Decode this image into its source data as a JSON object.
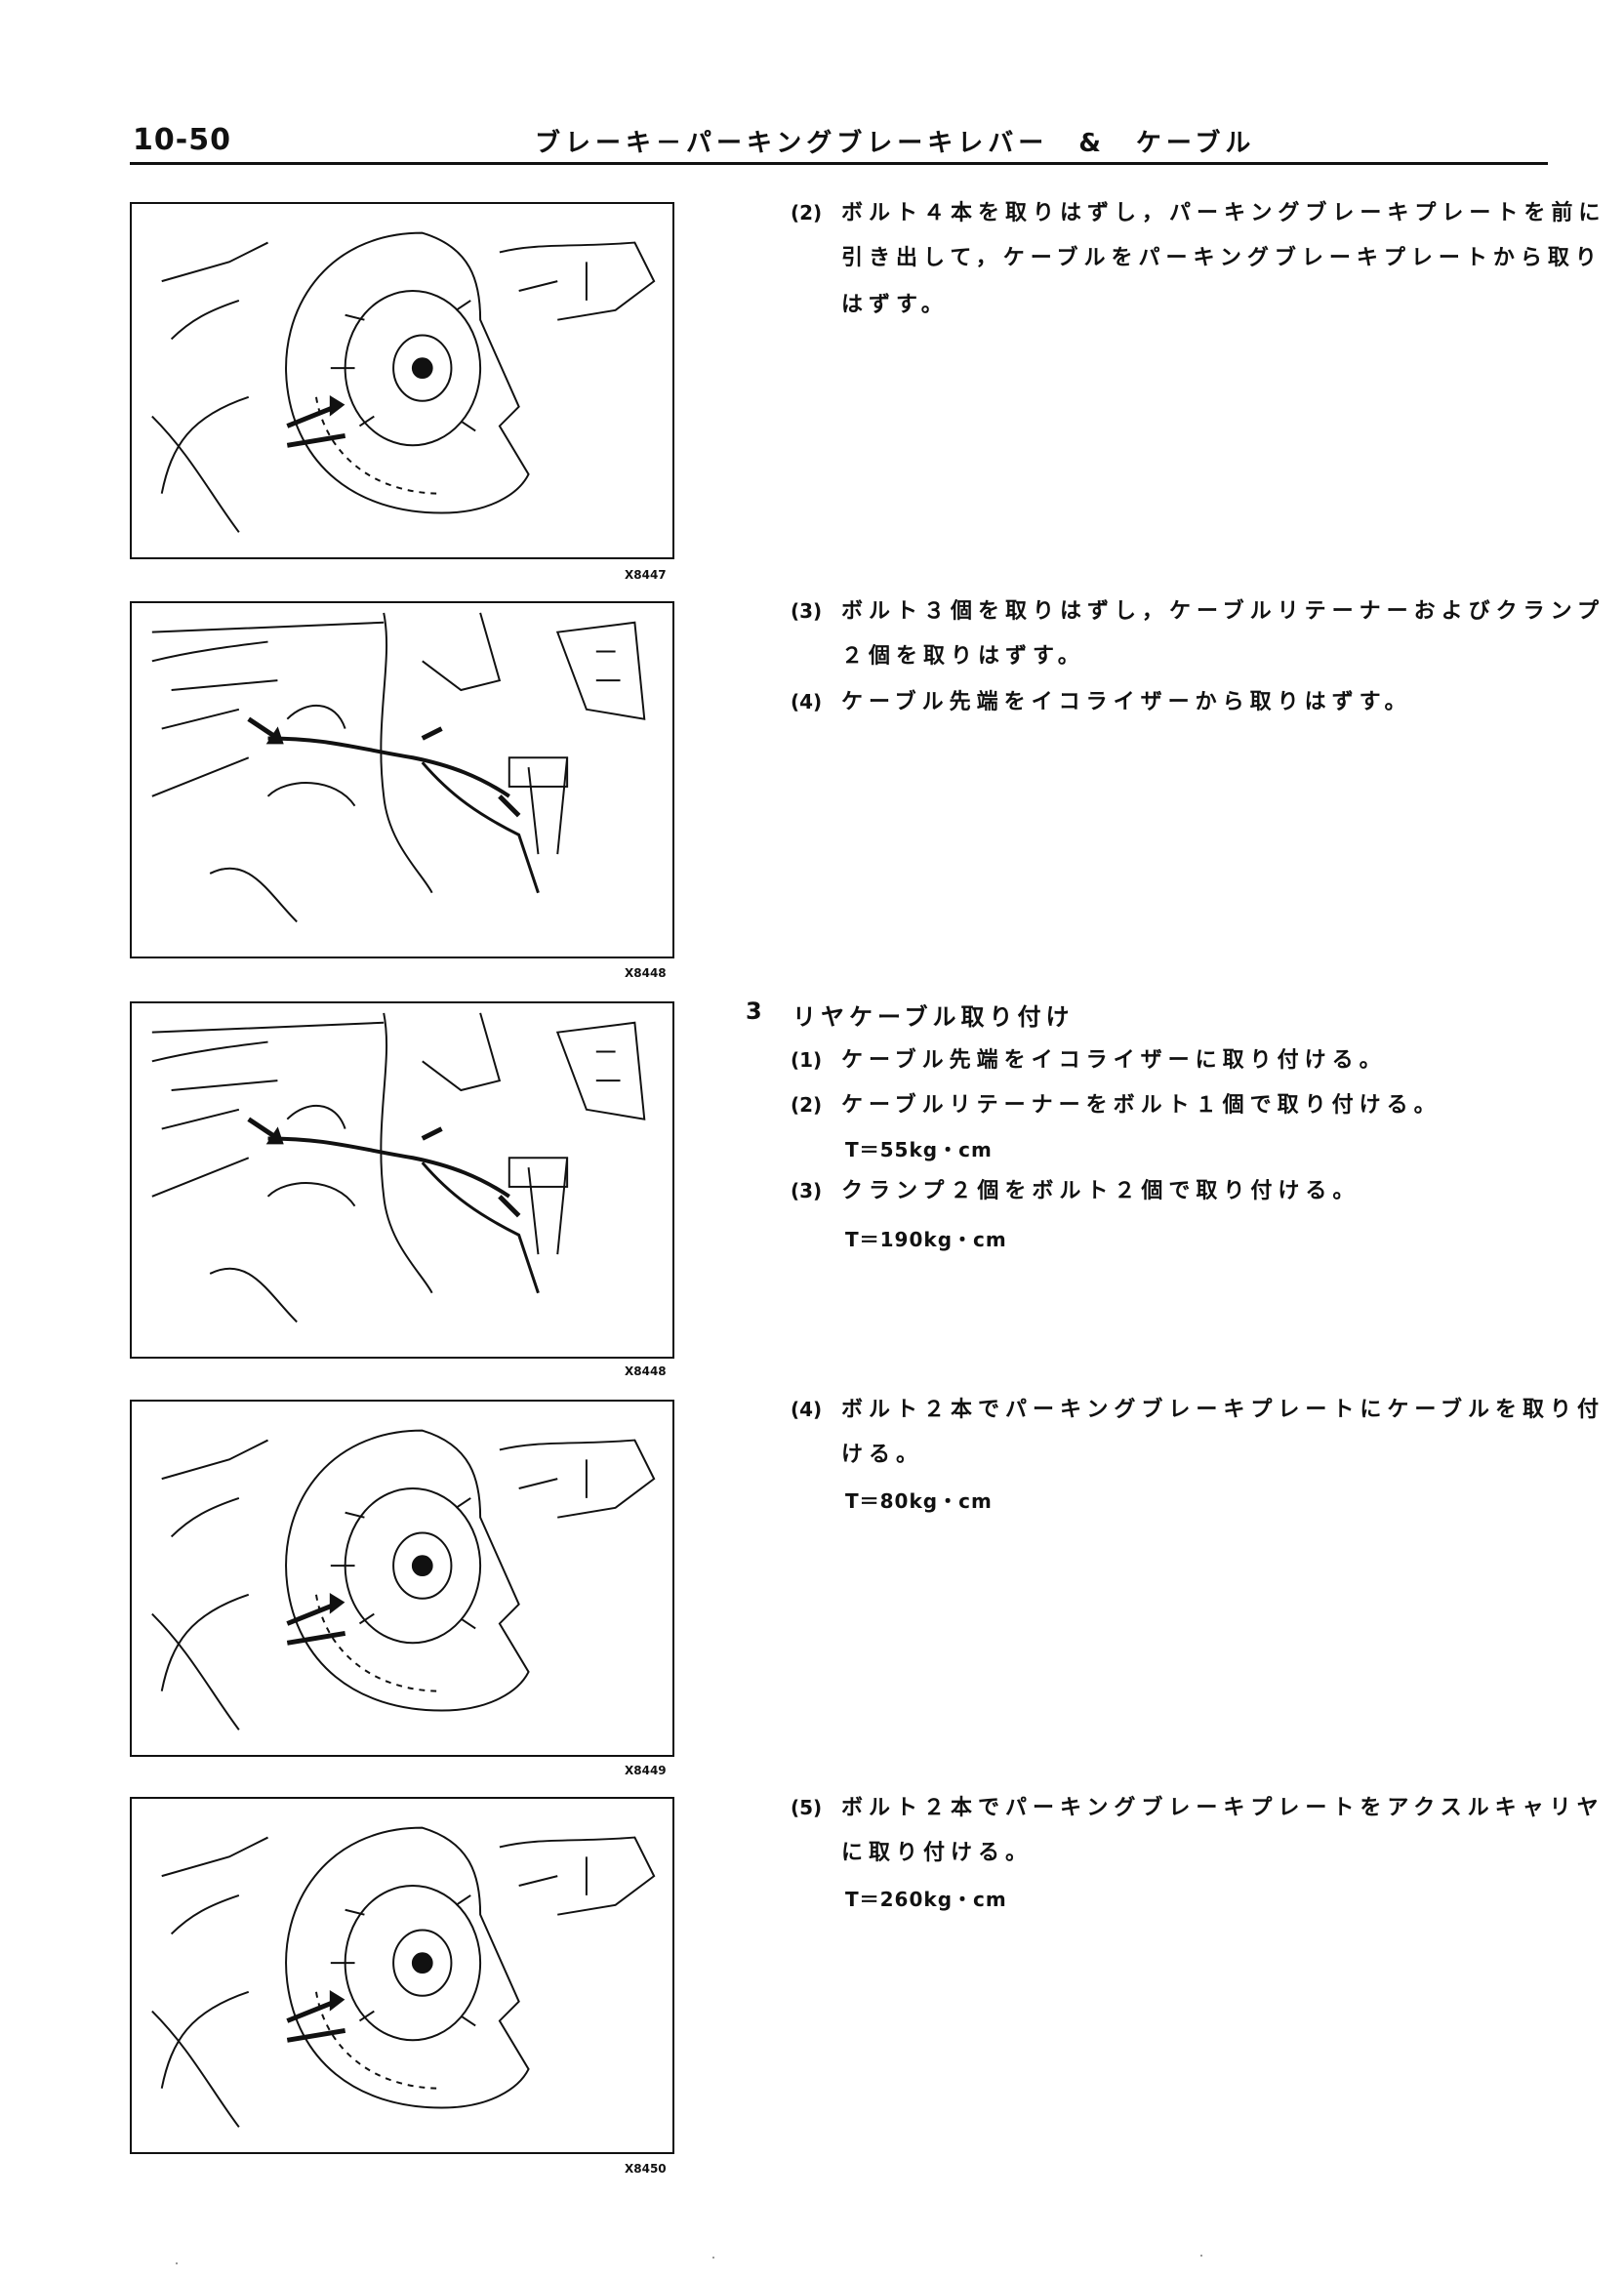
{
  "header": {
    "page_number": "10-50",
    "title": "ブレーキ－パーキングブレーキレバー　&　ケーブル"
  },
  "figures": [
    {
      "code": "X8447",
      "type": "disc"
    },
    {
      "code": "X8448",
      "type": "cable"
    },
    {
      "code": "X8448",
      "type": "cable"
    },
    {
      "code": "X8449",
      "type": "disc"
    },
    {
      "code": "X8450",
      "type": "disc"
    }
  ],
  "removal": [
    {
      "num": "(2)",
      "lines": [
        "ボルト４本を取りはずし，パーキングブレーキプレートを前に",
        "引き出して，ケーブルをパーキングブレーキプレートから取り",
        "はずす。"
      ]
    },
    {
      "num": "(3)",
      "lines": [
        "ボルト３個を取りはずし，ケーブルリテーナーおよびクランプ",
        "２個を取りはずす。"
      ]
    },
    {
      "num": "(4)",
      "lines": [
        "ケーブル先端をイコライザーから取りはずす。"
      ]
    }
  ],
  "section3": {
    "number": "3",
    "title": "リヤケーブル取り付け",
    "steps": [
      {
        "num": "(1)",
        "lines": [
          "ケーブル先端をイコライザーに取り付ける。"
        ]
      },
      {
        "num": "(2)",
        "lines": [
          "ケーブルリテーナーをボルト１個で取り付ける。"
        ],
        "torque": "T＝55kg・cm"
      },
      {
        "num": "(3)",
        "lines": [
          "クランプ２個をボルト２個で取り付ける。"
        ],
        "torque": "T＝190kg・cm"
      },
      {
        "num": "(4)",
        "lines": [
          "ボルト２本でパーキングブレーキプレートにケーブルを取り付",
          "ける。"
        ],
        "torque": "T＝80kg・cm"
      },
      {
        "num": "(5)",
        "lines": [
          "ボルト２本でパーキングブレーキプレートをアクスルキャリヤ",
          "に取り付ける。"
        ],
        "torque": "T＝260kg・cm"
      }
    ]
  }
}
